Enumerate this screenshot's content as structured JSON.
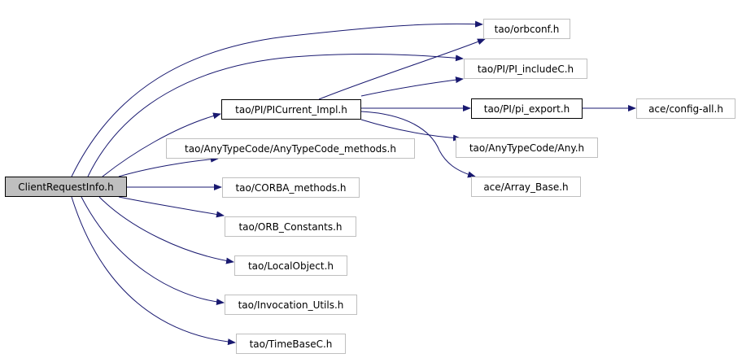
{
  "colors": {
    "edge": "#191970",
    "root_fill": "#bfbfbf",
    "plain_border": "#bfbfbf",
    "doc_border": "#000000"
  },
  "nodes": {
    "client_request_info": "ClientRequestInfo.h",
    "orbconf": "tao/orbconf.h",
    "pi_includec": "tao/PI/PI_includeC.h",
    "picurrent_impl": "tao/PI/PICurrent_Impl.h",
    "pi_export": "tao/PI/pi_export.h",
    "config_all": "ace/config-all.h",
    "anytypecode_methods": "tao/AnyTypeCode/AnyTypeCode_methods.h",
    "any": "tao/AnyTypeCode/Any.h",
    "array_base": "ace/Array_Base.h",
    "corba_methods": "tao/CORBA_methods.h",
    "orb_constants": "tao/ORB_Constants.h",
    "local_object": "tao/LocalObject.h",
    "invocation_utils": "tao/Invocation_Utils.h",
    "timebasec": "tao/TimeBaseC.h"
  }
}
